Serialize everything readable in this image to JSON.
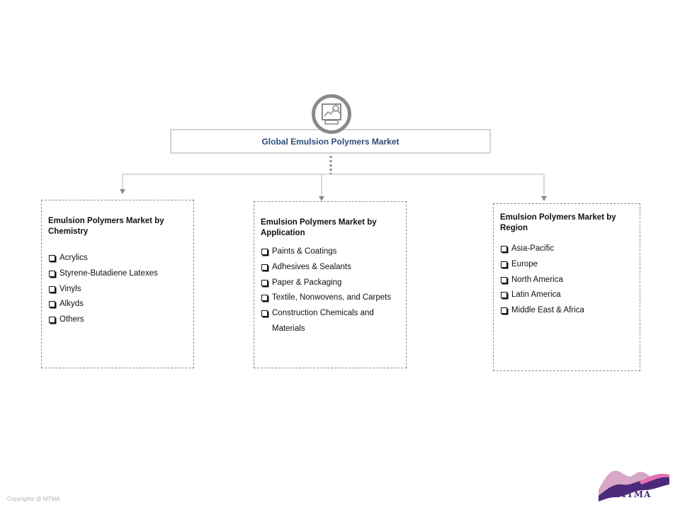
{
  "root": {
    "title": "Global Emulsion Polymers Market",
    "icon": "market-analysis-icon"
  },
  "branches": [
    {
      "title": "Emulsion Polymers Market by Chemistry",
      "items": [
        "Acrylics",
        "Styrene-Butadiene Latexes",
        "Vinyls",
        "Alkyds",
        "Others"
      ]
    },
    {
      "title": "Emulsion Polymers Market by Application",
      "items": [
        "Paints & Coatings",
        "Adhesives & Sealants",
        "Paper & Packaging",
        "Textile, Nonwovens, and Carpets",
        "Construction Chemicals and Materials"
      ]
    },
    {
      "title": "Emulsion Polymers Market by Region",
      "items": [
        "Asia-Pacific",
        "Europe",
        "North America",
        "Latin America",
        "Middle East & Africa"
      ]
    }
  ],
  "footer": {
    "copyright": "Copyrights @ MTMA"
  },
  "logo": {
    "text": "MTMA",
    "colors": [
      "#4b2a7b",
      "#c98ab8",
      "#e46fb1"
    ]
  },
  "colors": {
    "title_blue": "#2e4d7b",
    "connector": "#8a8a8a"
  }
}
